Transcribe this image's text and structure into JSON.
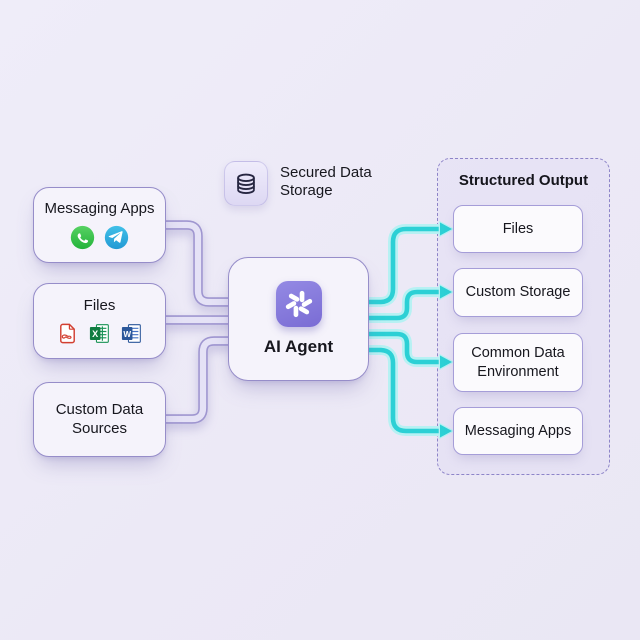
{
  "legend": {
    "label": "Secured Data Storage",
    "icon": "database-icon"
  },
  "sources": [
    {
      "label": "Messaging Apps",
      "icons": [
        "whatsapp-icon",
        "telegram-icon"
      ]
    },
    {
      "label": "Files",
      "icons": [
        "pdf-icon",
        "excel-icon",
        "word-icon"
      ]
    },
    {
      "label": "Custom Data Sources",
      "icons": []
    }
  ],
  "agent": {
    "label": "AI Agent",
    "icon": "openai-icon"
  },
  "output": {
    "title": "Structured Output",
    "items": [
      {
        "label": "Files"
      },
      {
        "label": "Custom Storage"
      },
      {
        "label": "Common Data Environment"
      },
      {
        "label": "Messaging Apps"
      }
    ]
  },
  "colors": {
    "background": "#edeaf6",
    "accent_teal_core": "#2cd0d5",
    "accent_teal_glow": "#b7f1f3",
    "tube_fill": "#e5e2f6",
    "tube_stroke": "#9f96d0",
    "box_fill": "#f5f3fb",
    "box_border": "#968dc9",
    "panel_border": "#8d84c8",
    "agent_badge": "#8579dd",
    "whatsapp_green": "#3fc351",
    "telegram_blue": "#33a9dc",
    "pdf_red": "#d23f31",
    "excel_green": "#107c41",
    "word_blue": "#2b579a",
    "text": "#17171e"
  }
}
